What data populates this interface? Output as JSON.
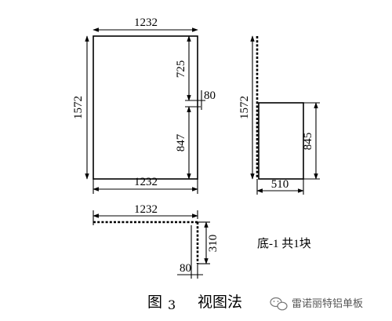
{
  "front_view": {
    "width_top": "1232",
    "width_bottom": "1232",
    "height_left": "1572",
    "upper_segment": "725",
    "lower_segment": "847",
    "gap": "80"
  },
  "side_view": {
    "height": "1572",
    "panel_height": "845",
    "depth": "510"
  },
  "bottom_view": {
    "length": "1232",
    "flange": "310",
    "offset": "80"
  },
  "note": "底-1  共1块",
  "caption": {
    "figure": "图",
    "number": "3",
    "title": "视图法"
  },
  "watermark": "雷诺丽特铝单板"
}
